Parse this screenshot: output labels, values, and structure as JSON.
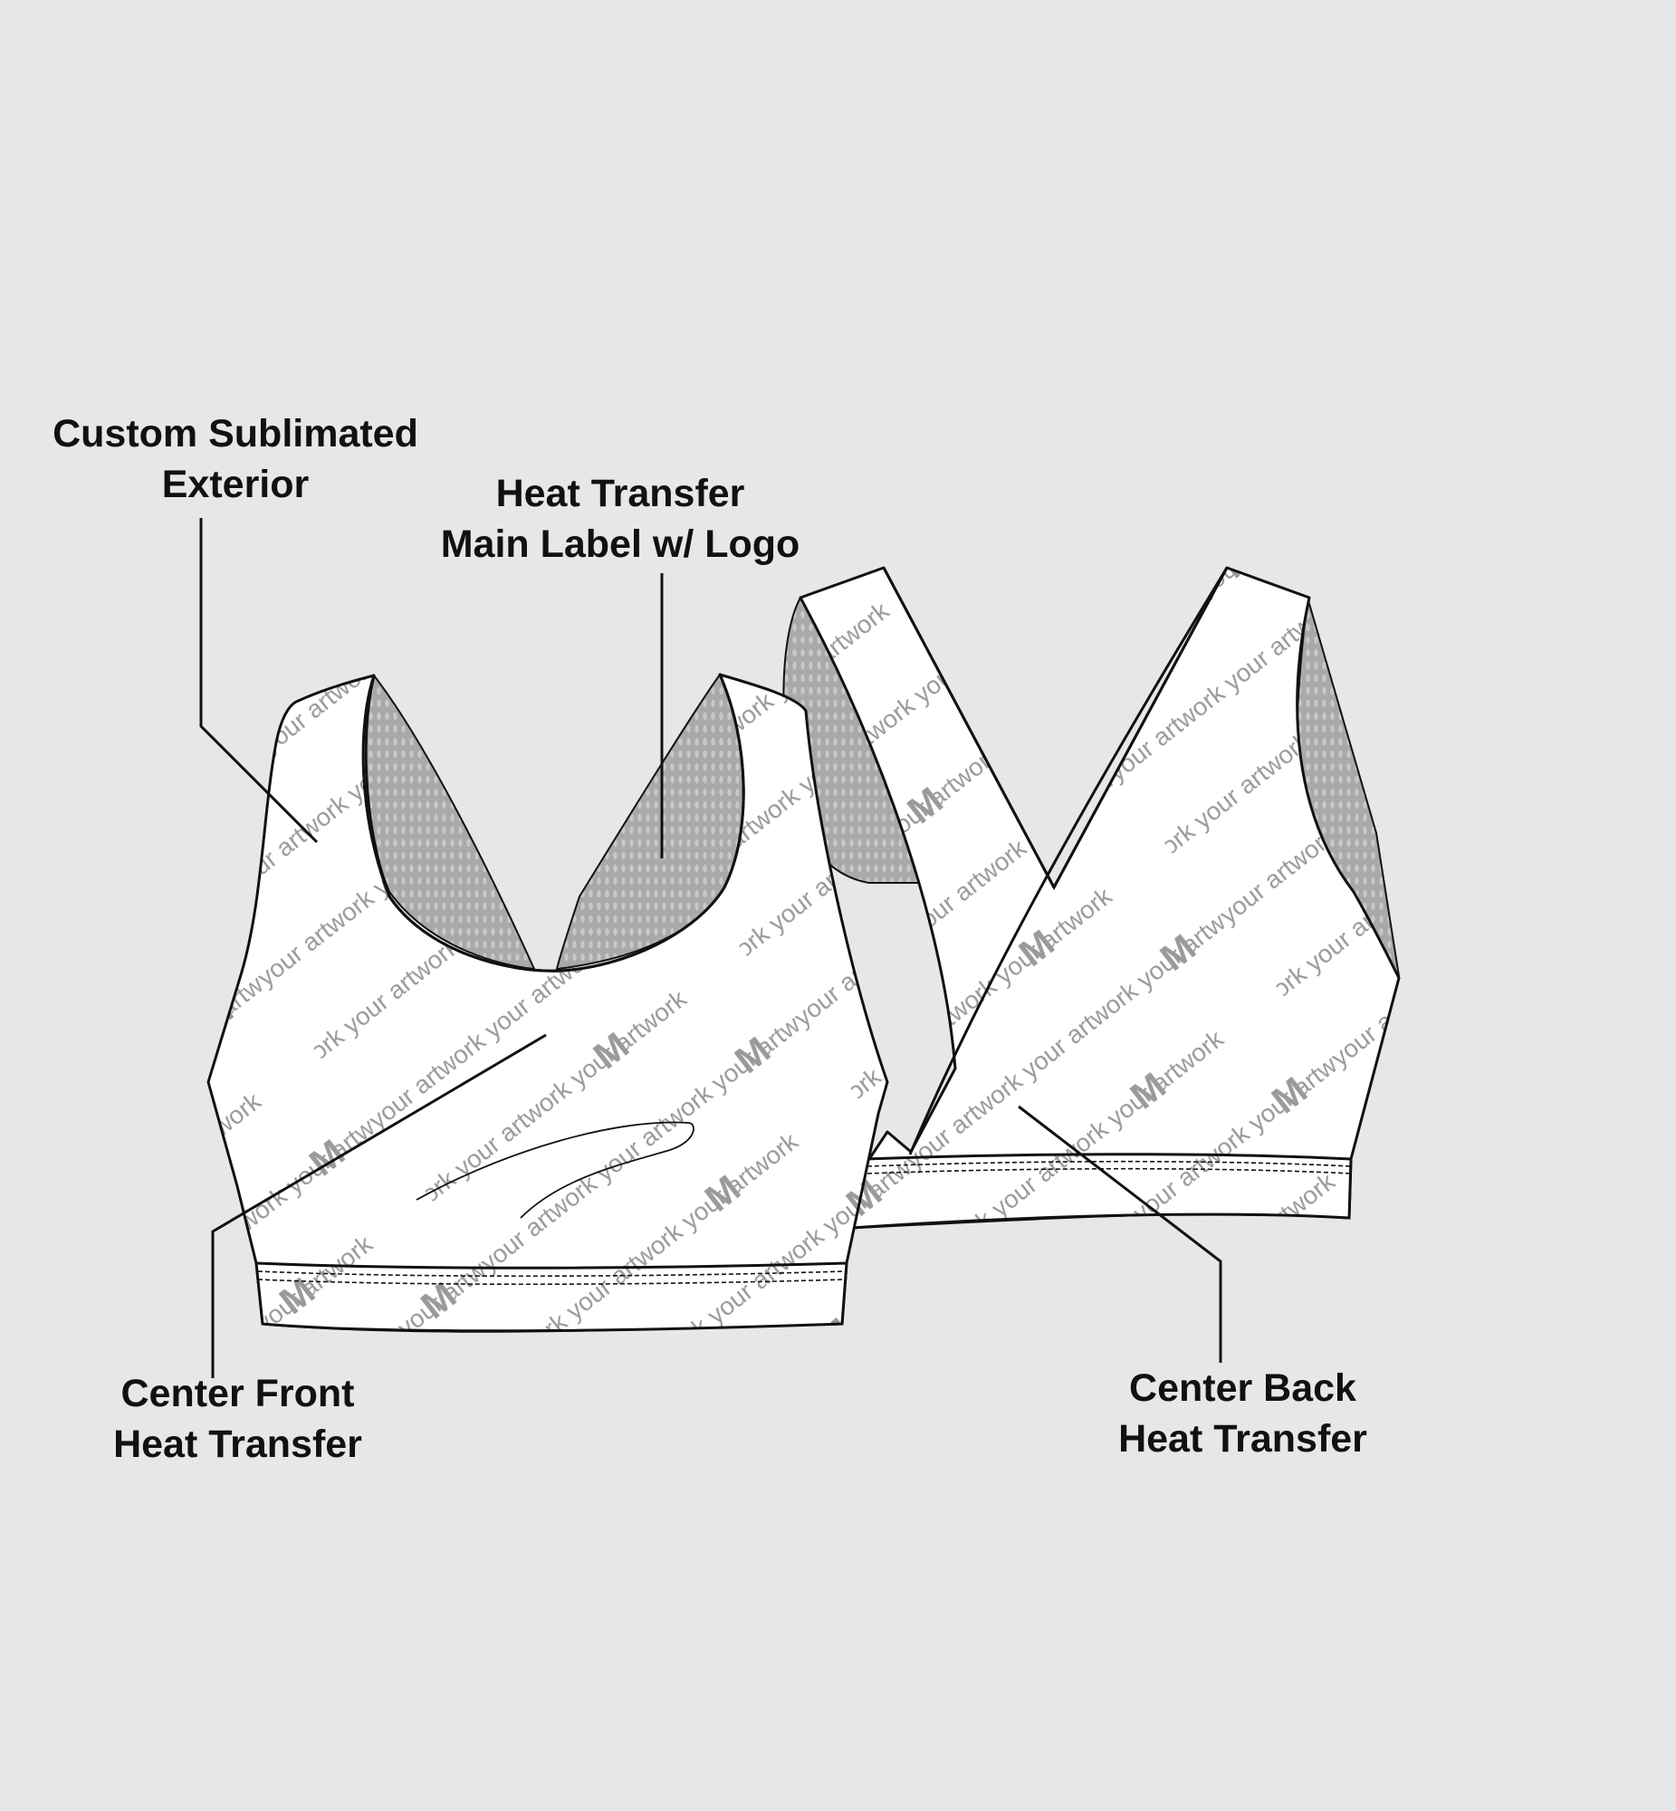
{
  "background_color": "#e6e7e9",
  "callouts": {
    "exterior": {
      "line1": "Custom Sublimated",
      "line2": "Exterior"
    },
    "main_label": {
      "line1": "Heat Transfer",
      "line2": "Main Label w/ Logo"
    },
    "center_front": {
      "line1": "Center Front",
      "line2": "Heat Transfer"
    },
    "center_back": {
      "line1": "Center Back",
      "line2": "Heat Transfer"
    }
  },
  "pattern": {
    "watermark_text": "your artwork",
    "logo_mark": "M"
  },
  "colors": {
    "garment_fill": "#ffffff",
    "mesh_lining": "#a9a9a9",
    "outline": "#111111",
    "print": "#9a9a9a"
  }
}
